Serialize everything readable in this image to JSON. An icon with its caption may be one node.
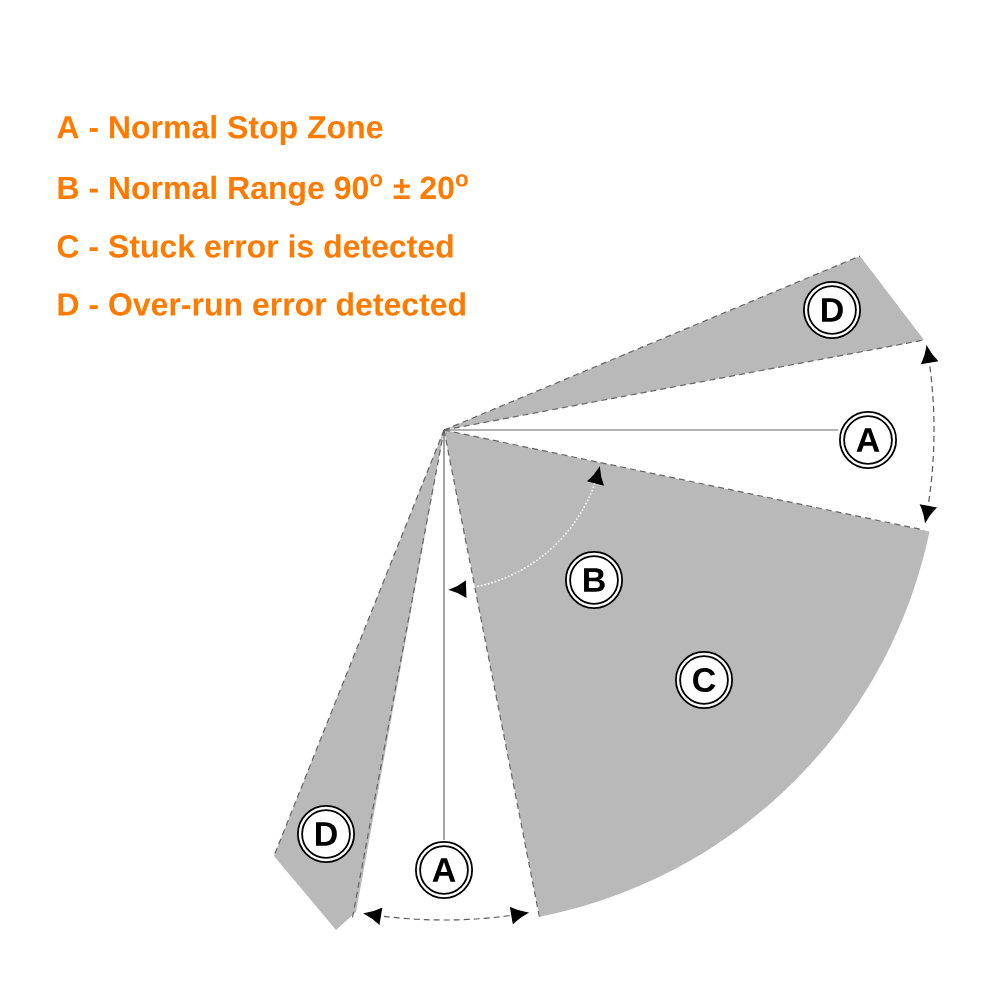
{
  "diagram": {
    "nodes": [
      {
        "text": [
          "D"
        ]
      },
      {
        "text": [
          "A"
        ]
      },
      {
        "text": [
          "B"
        ]
      },
      {
        "text": [
          "C"
        ]
      },
      {
        "text": [
          "D"
        ]
      },
      {
        "text": [
          "A"
        ]
      }
    ],
    "labels": [
      "A - Normal Stop Zone",
      "B - Normal Range 90$^{o}$ ± 20$^{o}$",
      "C - Stuck error is detected",
      "D - Over-run error detected"
    ]
  }
}
